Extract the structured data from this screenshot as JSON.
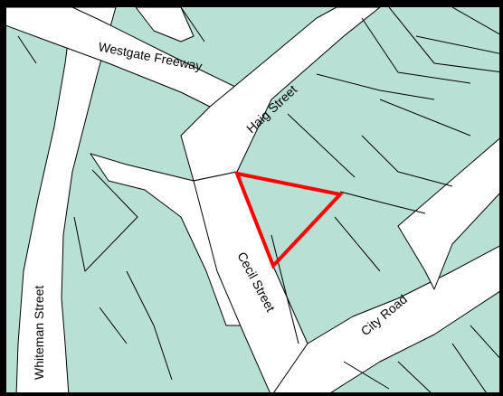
{
  "map": {
    "colors": {
      "land": "#b8e0d4",
      "road": "#ffffff",
      "outline": "#000000",
      "highlight": "#ff0000",
      "frame": "#000000"
    },
    "streets": {
      "westgate_freeway": "Westgate Freeway",
      "haig_street": "Haig Street",
      "cecil_street": "Cecil Street",
      "city_road": "City Road",
      "whiteman_street": "Whiteman Street"
    },
    "highlighted_area": {
      "shape": "triangle",
      "outline_color": "#ff0000"
    }
  }
}
